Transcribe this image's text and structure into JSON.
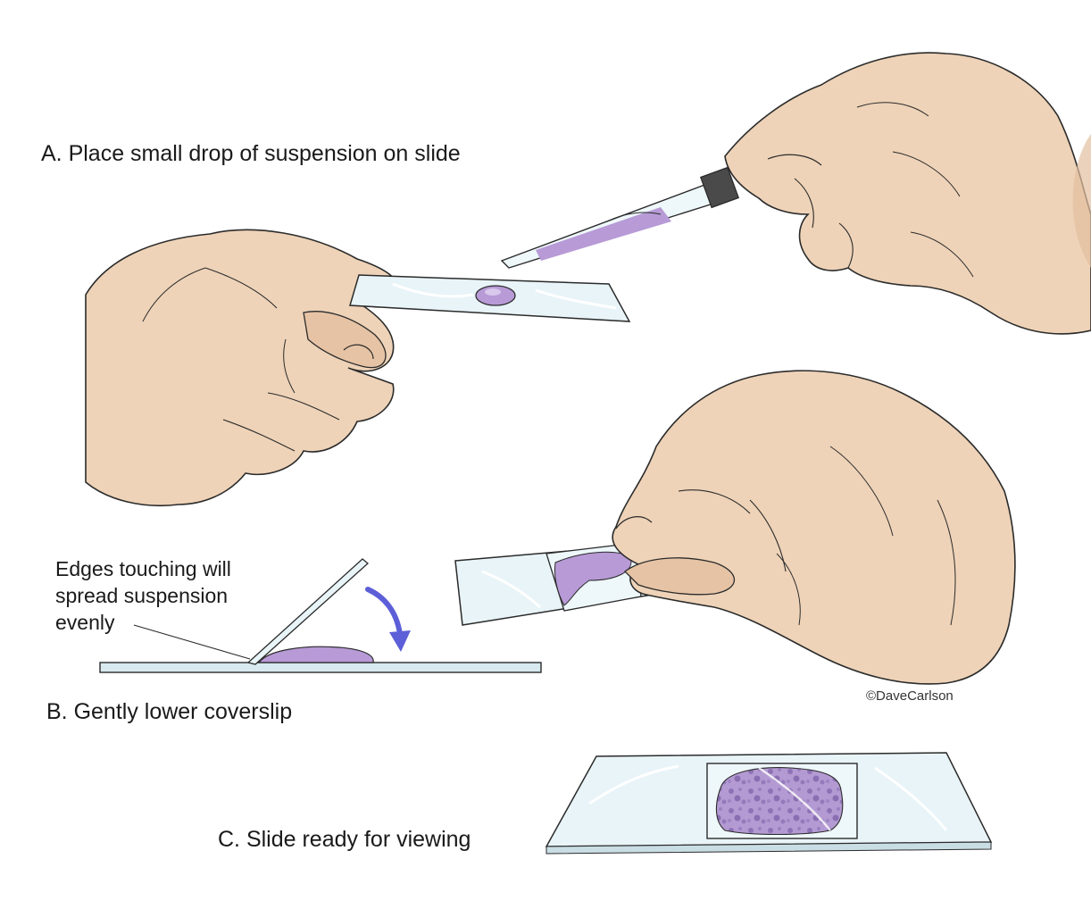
{
  "steps": {
    "a_label": "A. Place small drop of suspension on slide",
    "b_label": "B. Gently lower coverslip",
    "c_label": "C. Slide ready for viewing"
  },
  "annotation": {
    "line1": "Edges touching will",
    "line2": "spread suspension",
    "line3": "evenly"
  },
  "credit": "©DaveCarlson",
  "colors": {
    "skin": "#eed3b8",
    "skin_shade": "#e3bfa0",
    "suspension": "#b79ad6",
    "glass": "#e8f4f8",
    "arrow": "#5d5fd8",
    "ink": "#2b2b2b"
  }
}
